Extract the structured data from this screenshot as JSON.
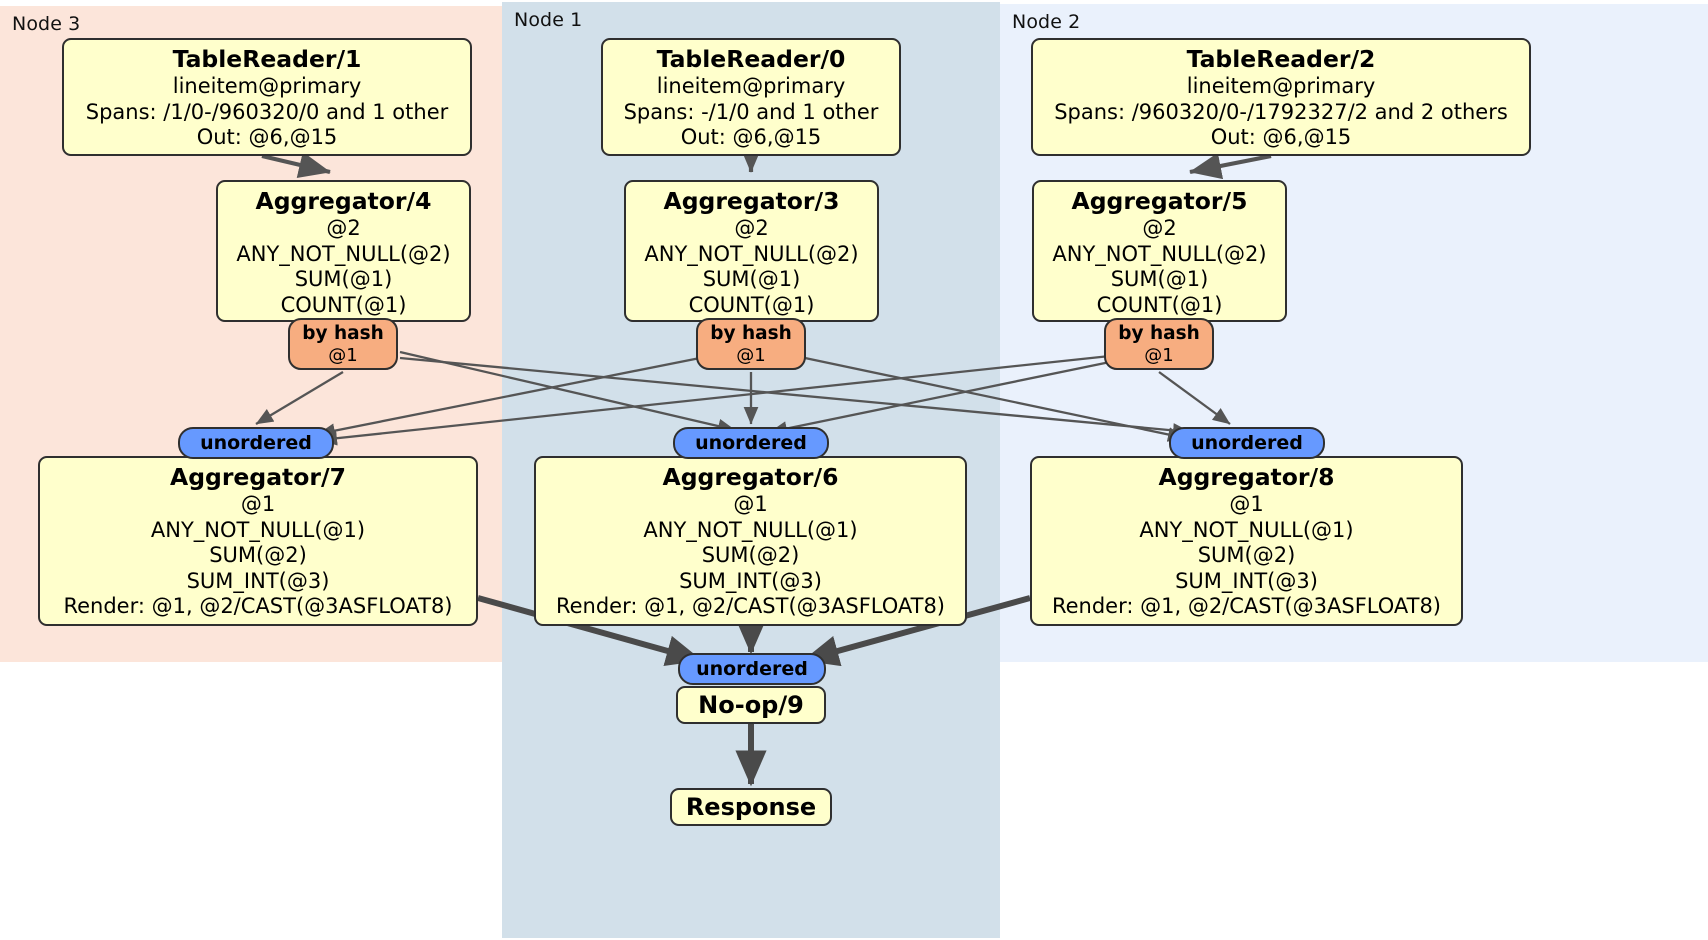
{
  "panels": [
    {
      "label": "Node 3"
    },
    {
      "label": "Node 1"
    },
    {
      "label": "Node 2"
    }
  ],
  "processors": {
    "tablereader_1": {
      "title": "TableReader/1",
      "lines": [
        "lineitem@primary",
        "Spans: /1/0-/960320/0 and 1 other",
        "Out: @6,@15"
      ]
    },
    "tablereader_0": {
      "title": "TableReader/0",
      "lines": [
        "lineitem@primary",
        "Spans: -/1/0 and 1 other",
        "Out: @6,@15"
      ]
    },
    "tablereader_2": {
      "title": "TableReader/2",
      "lines": [
        "lineitem@primary",
        "Spans: /960320/0-/1792327/2 and 2 others",
        "Out: @6,@15"
      ]
    },
    "aggregator_4": {
      "title": "Aggregator/4",
      "lines": [
        "@2",
        "ANY_NOT_NULL(@2)",
        "SUM(@1)",
        "COUNT(@1)"
      ]
    },
    "aggregator_3": {
      "title": "Aggregator/3",
      "lines": [
        "@2",
        "ANY_NOT_NULL(@2)",
        "SUM(@1)",
        "COUNT(@1)"
      ]
    },
    "aggregator_5": {
      "title": "Aggregator/5",
      "lines": [
        "@2",
        "ANY_NOT_NULL(@2)",
        "SUM(@1)",
        "COUNT(@1)"
      ]
    },
    "aggregator_7": {
      "title": "Aggregator/7",
      "lines": [
        "@1",
        "ANY_NOT_NULL(@1)",
        "SUM(@2)",
        "SUM_INT(@3)",
        "Render: @1, @2/CAST(@3ASFLOAT8)"
      ]
    },
    "aggregator_6": {
      "title": "Aggregator/6",
      "lines": [
        "@1",
        "ANY_NOT_NULL(@1)",
        "SUM(@2)",
        "SUM_INT(@3)",
        "Render: @1, @2/CAST(@3ASFLOAT8)"
      ]
    },
    "aggregator_8": {
      "title": "Aggregator/8",
      "lines": [
        "@1",
        "ANY_NOT_NULL(@1)",
        "SUM(@2)",
        "SUM_INT(@3)",
        "Render: @1, @2/CAST(@3ASFLOAT8)"
      ]
    },
    "noop_9": {
      "title": "No-op/9"
    },
    "response": {
      "title": "Response"
    }
  },
  "router_badges": [
    {
      "type": "by-hash",
      "label": "by hash",
      "column": "@1"
    },
    {
      "type": "by-hash",
      "label": "by hash",
      "column": "@1"
    },
    {
      "type": "by-hash",
      "label": "by hash",
      "column": "@1"
    }
  ],
  "input_badges": [
    {
      "type": "unordered",
      "label": "unordered"
    },
    {
      "type": "unordered",
      "label": "unordered"
    },
    {
      "type": "unordered",
      "label": "unordered"
    },
    {
      "type": "unordered",
      "label": "unordered"
    }
  ],
  "colors": {
    "node3_panel": "#fce5da",
    "node1_panel": "#d2e0ea",
    "node2_panel": "#eaf1fc",
    "processor_fill": "#ffffcc",
    "processor_border": "#2f2f2f",
    "by_hash_fill": "#f7ad80",
    "unordered_fill": "#6699ff",
    "edge": "#555555",
    "edge_thick": "#4a4a4a"
  }
}
